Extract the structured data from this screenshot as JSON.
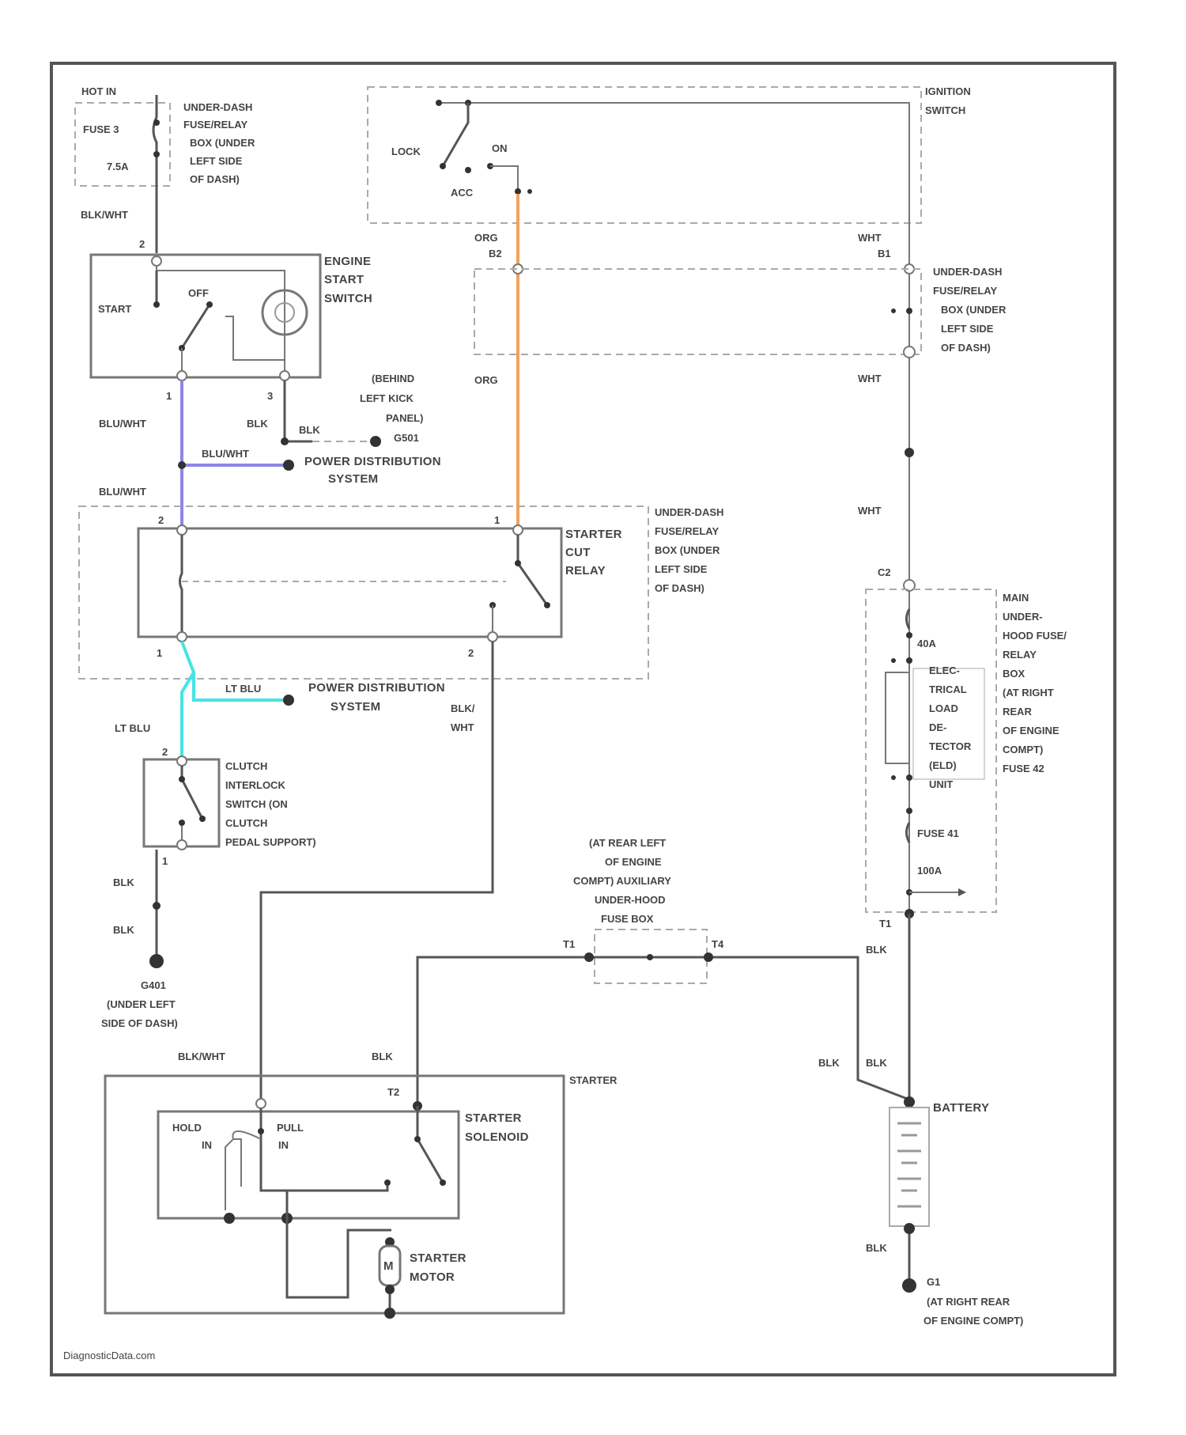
{
  "colors": {
    "org": "#f2a25c",
    "blu_wht": "#8d86e6",
    "lt_blu": "#49e3e3",
    "wire": "#555555"
  },
  "footer": "DiagnosticData.com",
  "components": {
    "fuse3": {
      "hot": "HOT IN",
      "name": "FUSE 3",
      "rating": "7.5A",
      "loc": [
        "UNDER-DASH",
        "FUSE/RELAY",
        "BOX (UNDER",
        "LEFT SIDE",
        "OF DASH)"
      ]
    },
    "ign": {
      "name": [
        "IGNITION",
        "SWITCH"
      ],
      "lock": "LOCK",
      "on": "ON",
      "acc": "ACC"
    },
    "ess": {
      "name": [
        "ENGINE",
        "START",
        "SWITCH"
      ],
      "start": "START",
      "off": "OFF"
    },
    "fbox_top": {
      "name": [
        "UNDER-DASH",
        "FUSE/RELAY",
        "BOX (UNDER",
        "LEFT SIDE",
        "OF DASH)"
      ]
    },
    "g_kick": {
      "loc": [
        "(BEHIND",
        "LEFT KICK",
        "PANEL)",
        "G501"
      ]
    },
    "pds1": [
      "POWER DISTRIBUTION",
      "SYSTEM"
    ],
    "pds2": [
      "POWER DISTRIBUTION",
      "SYSTEM"
    ],
    "relay": {
      "name": [
        "STARTER",
        "CUT",
        "RELAY"
      ],
      "loc": [
        "UNDER-DASH",
        "FUSE/RELAY",
        "BOX (UNDER",
        "LEFT SIDE",
        "OF DASH)"
      ]
    },
    "clutch": {
      "name": [
        "CLUTCH",
        "INTERLOCK",
        "SWITCH (ON",
        "CLUTCH",
        "PEDAL SUPPORT)"
      ]
    },
    "g401": {
      "name": "G401",
      "loc": [
        "(UNDER LEFT",
        "SIDE OF DASH)"
      ]
    },
    "main_box": {
      "name": [
        "MAIN",
        "UNDER-",
        "HOOD FUSE/",
        "RELAY",
        "BOX",
        "(AT RIGHT",
        "REAR",
        "OF ENGINE",
        "COMPT)",
        "FUSE 42"
      ],
      "f42": "40A",
      "eld": [
        "ELEC-",
        "TRICAL",
        "LOAD",
        "DE-",
        "TECTOR",
        "(ELD)",
        "UNIT"
      ],
      "f41": "FUSE 41",
      "f41r": "100A"
    },
    "aux_box": {
      "name": [
        "(AT REAR LEFT",
        "OF ENGINE",
        "COMPT) AUXILIARY",
        "UNDER-HOOD",
        "FUSE BOX"
      ],
      "t1": "T1",
      "t4": "T4"
    },
    "starter": {
      "name": "STARTER",
      "hold": [
        "HOLD",
        "IN"
      ],
      "pull": [
        "PULL",
        "IN"
      ],
      "sol": [
        "STARTER",
        "SOLENOID"
      ],
      "motor": [
        "STARTER",
        "MOTOR"
      ],
      "motor_sym": "M",
      "t2": "T2"
    },
    "battery": {
      "name": "BATTERY",
      "ground": [
        "G1",
        "(AT RIGHT REAR",
        "OF ENGINE COMPT)"
      ]
    }
  },
  "wires": {
    "blk_wht_top": "BLK/WHT",
    "org1": "ORG",
    "org2": "ORG",
    "wht1": "WHT",
    "wht2": "WHT",
    "wht3": "WHT",
    "blu_wht1": "BLU/WHT",
    "blu_wht2": "BLU/WHT",
    "blu_wht3": "BLU/WHT",
    "blk1": "BLK",
    "blk2": "BLK",
    "lt_blu1": "LT BLU",
    "lt_blu2": "LT BLU",
    "blk_wht_relay": [
      "BLK/",
      "WHT"
    ],
    "blk3": "BLK",
    "blk4": "BLK",
    "blk_wht_starter": "BLK/WHT",
    "blk_t2": "BLK",
    "blk_bat1": "BLK",
    "blk_bat2": "BLK",
    "blk_bat3": "BLK",
    "blk_g1": "BLK"
  },
  "pins": {
    "fuse_out": "2",
    "ess_start": "1",
    "ess_ground": "3",
    "relay_p2": "2",
    "relay_p1": "1",
    "relay_in1": "1",
    "relay_in2": "2",
    "clutch_p2": "2",
    "clutch_p1": "1",
    "ign_b2": "B2",
    "ign_b1": "B1",
    "c2": "C2",
    "t1": "T1"
  }
}
